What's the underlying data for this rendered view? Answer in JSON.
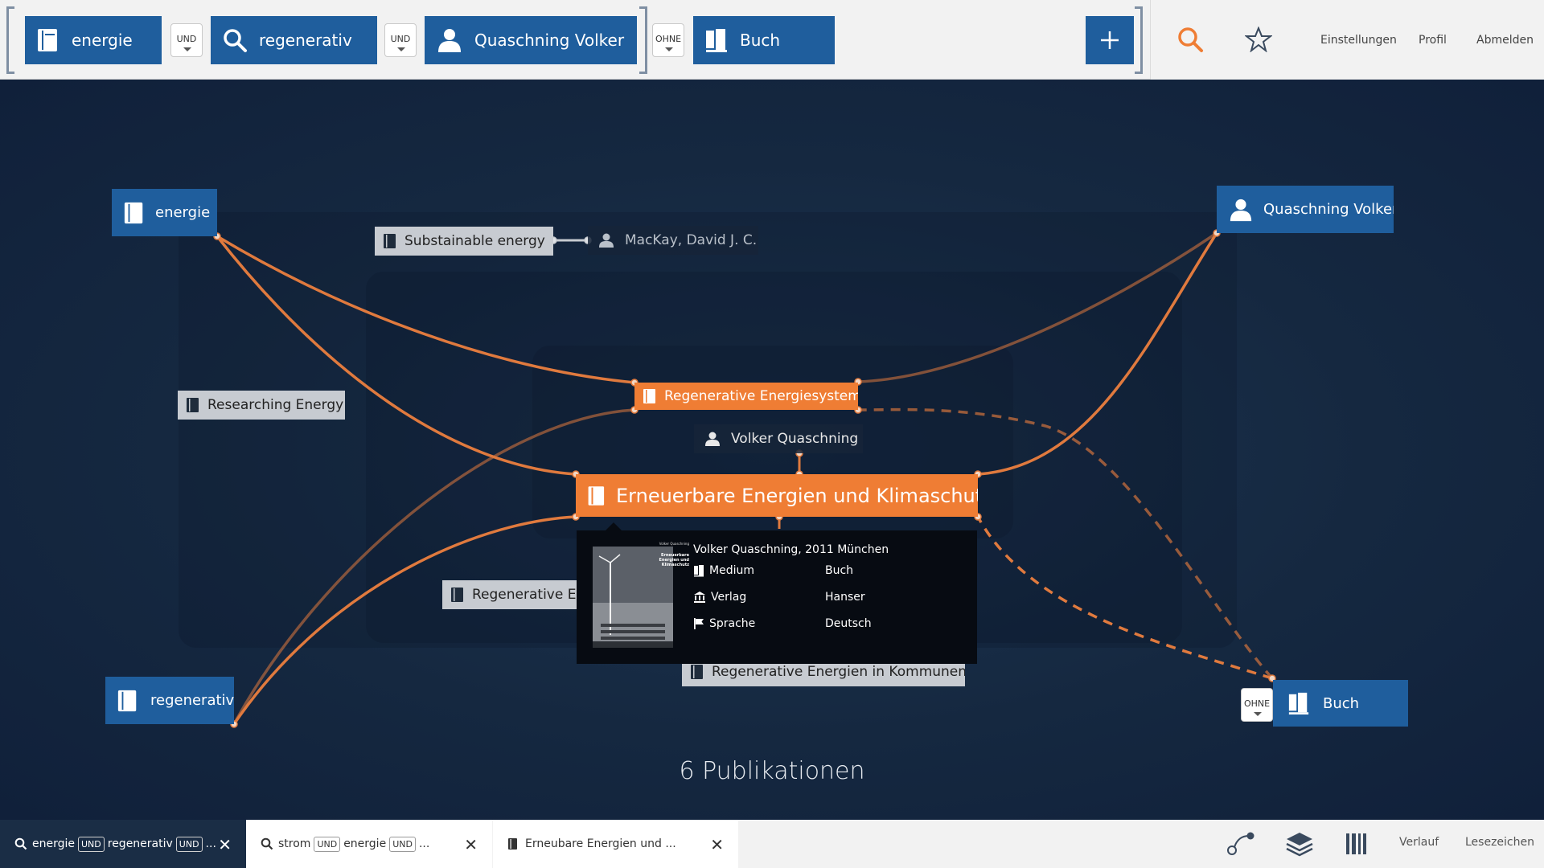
{
  "search_bar": {
    "chips": [
      {
        "label": "energie",
        "icon": "book-icon"
      },
      {
        "label": "regenerativ",
        "icon": "search-icon"
      },
      {
        "label": "Quaschning Volker",
        "icon": "person-icon"
      },
      {
        "label": "Buch",
        "icon": "book-open-icon"
      }
    ],
    "operators": [
      "UND",
      "UND",
      "OHNE"
    ],
    "add_label": "+"
  },
  "top_nav": {
    "search_icon": "search-icon",
    "favorite_icon": "star-icon",
    "settings": "Einstellungen",
    "profile": "Profil",
    "logout": "Abmelden"
  },
  "graph": {
    "anchors": {
      "energie": "energie",
      "regenerativ": "regenerativ",
      "author": "Quaschning Volker",
      "type": "Buch",
      "type_operator": "OHNE"
    },
    "publications": {
      "sustainable": "Substainable energy",
      "mackay": "MacKay, David J. C.",
      "researching": "Researching Energy",
      "regsys": "Regenerative Energiesysteme",
      "volker": "Volker Quaschning",
      "erneuerbare": "Erneuerbare Energien und Klimaschutz",
      "regene": "Regenerative Ene",
      "kommunen": "Regenerative Energien in Kommunen"
    },
    "count": "6 Publikationen"
  },
  "tooltip": {
    "header": "Volker Quaschning, 2011 München",
    "rows": [
      {
        "label": "Medium",
        "value": "Buch",
        "icon": "book-open-icon"
      },
      {
        "label": "Verlag",
        "value": "Hanser",
        "icon": "building-icon"
      },
      {
        "label": "Sprache",
        "value": "Deutsch",
        "icon": "flag-icon"
      }
    ],
    "cover_title": "Erneuerbare Energien und Klimaschutz",
    "cover_author": "Volker Quaschning"
  },
  "bottom_tabs": [
    {
      "parts": [
        "energie",
        "UND",
        "regenerativ",
        "UND",
        "..."
      ]
    },
    {
      "parts": [
        "strom",
        "UND",
        "energie",
        "UND",
        "..."
      ]
    },
    {
      "label": "Erneubare Energien und ..."
    }
  ],
  "bottom_nav": {
    "history": "Verlauf",
    "bookmarks": "Lesezeichen"
  },
  "colors": {
    "chip_blue": "#1f5e9d",
    "accent_orange": "#ef7d34",
    "edge_orange": "#e07a3e",
    "background": "#15253a"
  }
}
